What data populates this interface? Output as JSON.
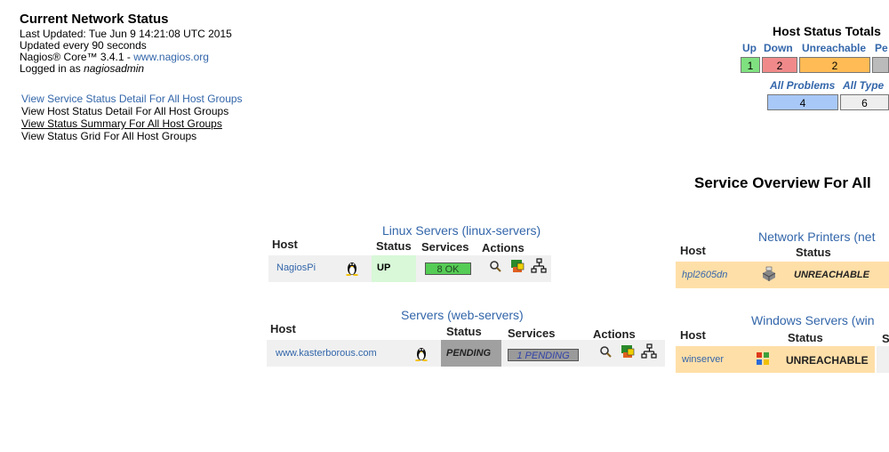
{
  "info": {
    "title": "Current Network Status",
    "last_updated": "Last Updated: Tue Jun 9 14:21:08 UTC 2015",
    "update_interval": "Updated every 90 seconds",
    "version_prefix": "Nagios® Core™ 3.4.1 - ",
    "version_link": "www.nagios.org",
    "logged_prefix": "Logged in as ",
    "logged_user": "nagiosadmin"
  },
  "nav": {
    "service_detail": "View Service Status Detail For All Host Groups",
    "host_detail": "View Host Status Detail For All Host Groups",
    "status_summary": "View Status Summary For All Host Groups",
    "status_grid": "View Status Grid For All Host Groups"
  },
  "totals": {
    "title": "Host Status Totals",
    "up_label": "Up",
    "down_label": "Down",
    "unreachable_label": "Unreachable",
    "pending_label": "Pe",
    "up": "1",
    "down": "2",
    "unreachable": "2",
    "all_problems_label": "All Problems",
    "all_types_label": "All Type",
    "all_problems": "4",
    "all_types": "6"
  },
  "overview_title": "Service Overview For All",
  "linux": {
    "title": "Linux Servers (linux-servers)",
    "col_host": "Host",
    "col_status": "Status",
    "col_services": "Services",
    "col_actions": "Actions",
    "host": "NagiosPi",
    "status": "UP",
    "services": "8 OK"
  },
  "web": {
    "title": "Servers (web-servers)",
    "col_host": "Host",
    "col_status": "Status",
    "col_services": "Services",
    "col_actions": "Actions",
    "host": "www.kasterborous.com",
    "status": "PENDING",
    "services": "1 PENDING"
  },
  "printers": {
    "title": "Network Printers (net",
    "col_host": "Host",
    "col_status": "Status",
    "host": "hpl2605dn",
    "status": "UNREACHABLE"
  },
  "windows": {
    "title": "Windows Servers (win",
    "col_host": "Host",
    "col_status": "Status",
    "col_services": "S",
    "host": "winserver",
    "status": "UNREACHABLE"
  },
  "colors": {
    "up": "#7fe07f",
    "down": "#f08a8a",
    "unreachable": "#ffbb55",
    "problems": "#a8c8f8",
    "up_row": "#d8f8d8",
    "pending_row": "#a0a0a0",
    "unreach_row": "#ffdfa8"
  }
}
